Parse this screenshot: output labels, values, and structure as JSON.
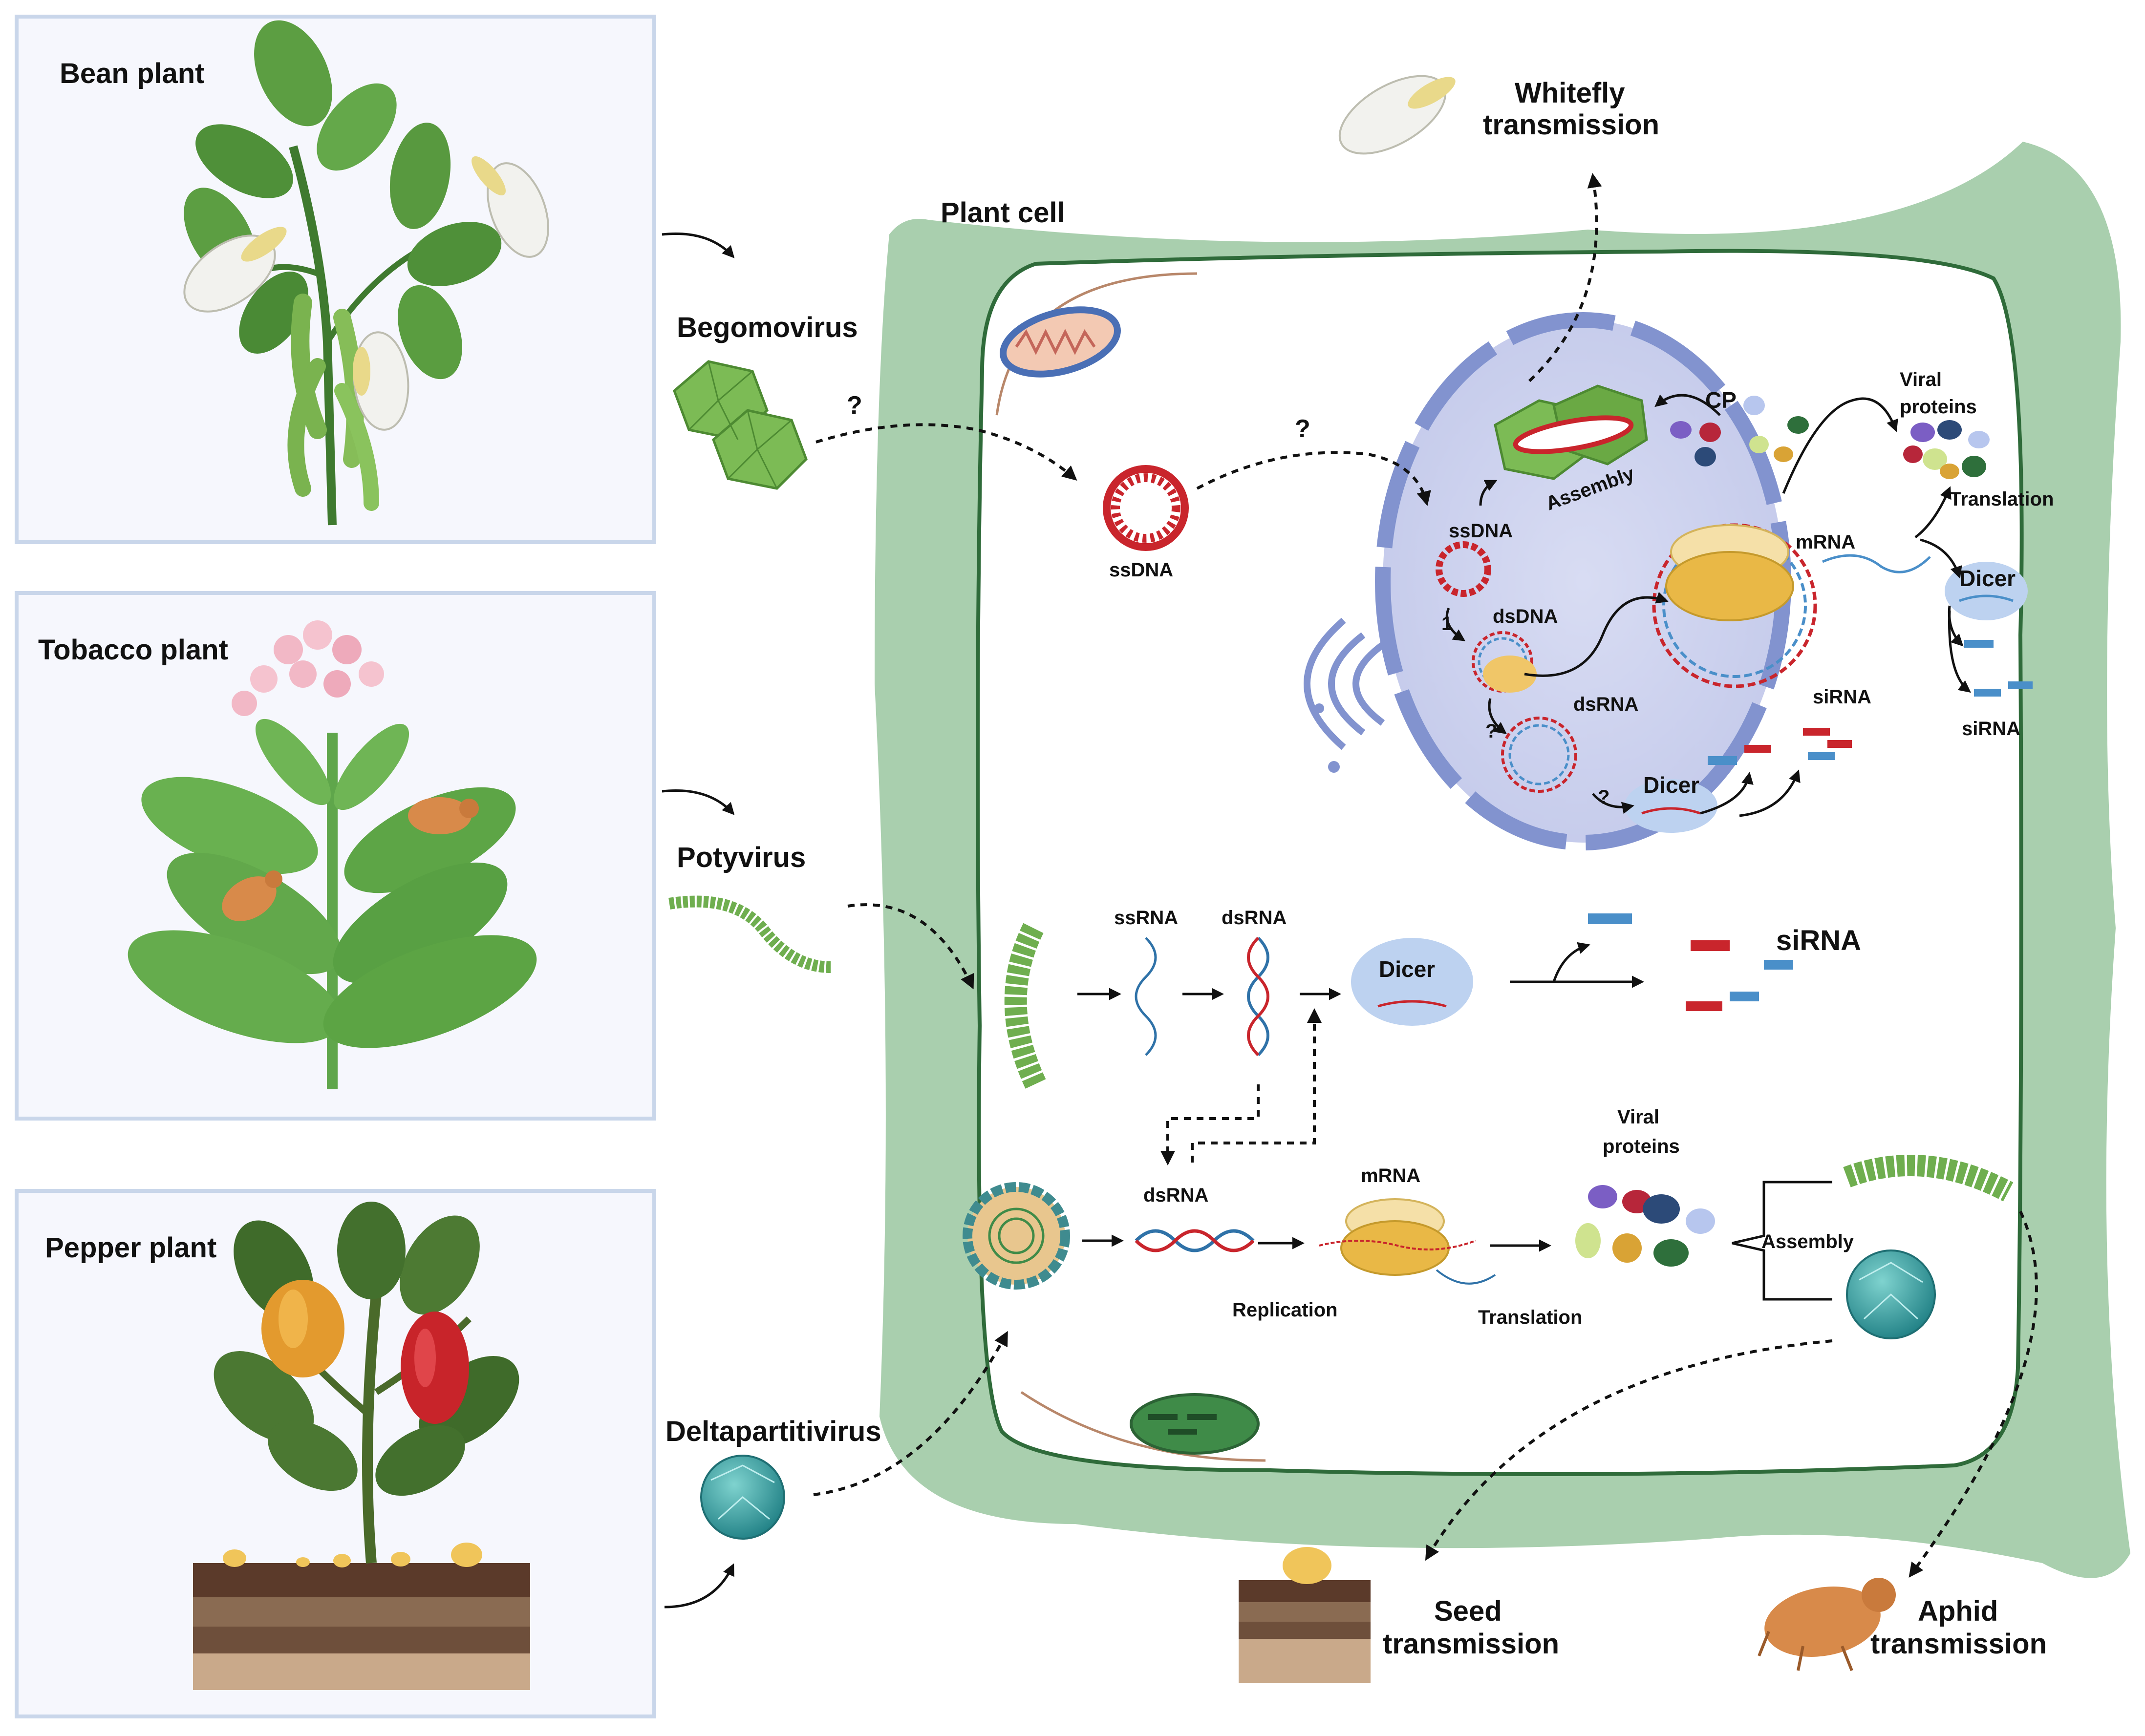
{
  "plants": {
    "bean": "Bean plant",
    "tobacco": "Tobacco plant",
    "pepper": "Pepper plant"
  },
  "viruses": {
    "begomovirus": "Begomovirus",
    "potyvirus": "Potyvirus",
    "deltapartitivirus": "Deltapartitivirus"
  },
  "cell": {
    "title": "Plant cell",
    "question": "?"
  },
  "nucleus": {
    "ssdna_outside": "ssDNA",
    "ssdna_inside": "ssDNA",
    "assembly": "Assembly",
    "cp": "CP",
    "viral_proteins_line1": "Viral",
    "viral_proteins_line2": "proteins",
    "translation": "Translation",
    "mrna": "mRNA",
    "dsdna": "dsDNA",
    "step1": "1",
    "small_q": "?",
    "dsrna": "dsRNA",
    "dicer": "Dicer",
    "sirna": "siRNA"
  },
  "outside_nucleus": {
    "dicer": "Dicer",
    "sirna": "siRNA"
  },
  "potyvirus_path": {
    "ssrna": "ssRNA",
    "dsrna": "dsRNA",
    "dicer": "Dicer",
    "sirna": "siRNA"
  },
  "deltapartitivirus_path": {
    "dsrna": "dsRNA",
    "mrna": "mRNA",
    "replication": "Replication",
    "translation": "Translation",
    "viral_proteins_line1": "Viral",
    "viral_proteins_line2": "proteins",
    "assembly": "Assembly"
  },
  "transmission": {
    "whitefly_line1": "Whitefly",
    "whitefly_line2": "transmission",
    "seed_line1": "Seed",
    "seed_line2": "transmission",
    "aphid_line1": "Aphid",
    "aphid_line2": "transmission"
  },
  "colors": {
    "panel_border": "#c9d6ea",
    "panel_fill": "#f6f7fd",
    "cell_wall": "#a9cfae",
    "cell_membrane": "#2f6b3a",
    "nucleus_fill": "#cdd3ef",
    "nucleus_envelope": "#8293cf",
    "virus_green": "#6fae4f",
    "ssdna_red": "#c9252c",
    "dicer_blue": "#bdd2f0"
  }
}
